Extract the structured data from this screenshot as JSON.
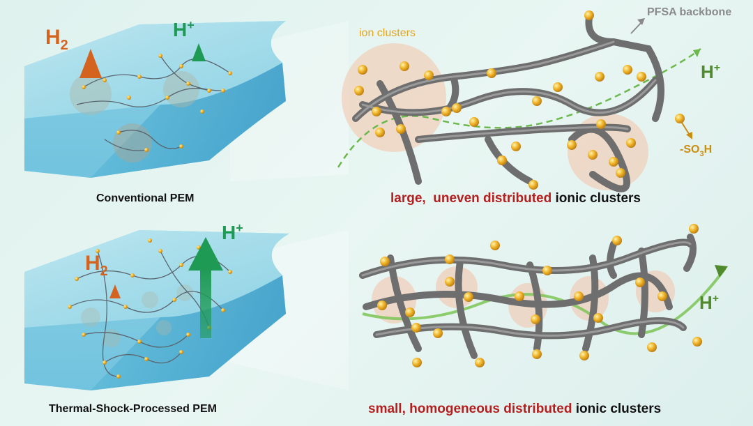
{
  "top": {
    "h2_label": "H",
    "h2_sub": "2",
    "hplus_left": "H",
    "hplus_left_sup": "+",
    "caption": "Conventional PEM",
    "ion_clusters_label": "ion clusters",
    "backbone_label": "PFSA backbone",
    "hplus_right": "H",
    "hplus_right_sup": "+",
    "so3h_prefix": "-SO",
    "so3h_sub": "3",
    "so3h_suffix": "H",
    "desc_red": "large,  uneven distributed",
    "desc_black": " ionic clusters"
  },
  "bottom": {
    "h2_label": "H",
    "h2_sub": "2",
    "hplus_left": "H",
    "hplus_left_sup": "+",
    "caption": "Thermal-Shock-Processed PEM",
    "hplus_right": "H",
    "hplus_right_sup": "+",
    "desc_red": "small, homogeneous distributed",
    "desc_black": " ionic clusters"
  },
  "colors": {
    "h2": "#d4631f",
    "hplus": "#1f9a55",
    "hplus_right": "#4f8a2d",
    "cluster_text": "#e5a61b",
    "red_text": "#b31f1f",
    "chain": "#8a8a8a",
    "bead": "#e8a81c"
  }
}
